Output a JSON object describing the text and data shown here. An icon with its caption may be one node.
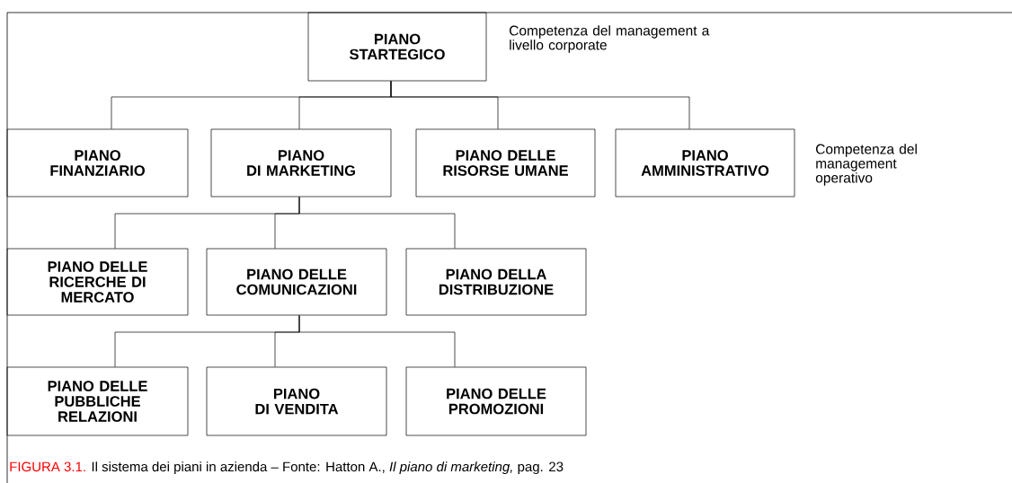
{
  "diagram": {
    "caption": "Il sistema dei piani in azienda – Fonte: Hatton A., *Il piano di marketing,* pag. 23",
    "nodes": [
      {
        "text": [
          "PIANO STARTEGICO"
        ],
        "beside": [
          "Competenza del management a livello corporate"
        ]
      },
      {
        "text": [
          "PIANO FINANZIARIO"
        ]
      },
      {
        "text": [
          "PIANO DI MARKETING"
        ]
      },
      {
        "text": [
          "PIANO DELLE RISORSE UMANE"
        ]
      },
      {
        "text": [
          "PIANO AMMINISTRATIVO"
        ],
        "beside": [
          "Competenza del management operativo"
        ]
      },
      {
        "text": [
          "PIANO DELLE RICERCHE DI MERCATO"
        ]
      },
      {
        "text": [
          "PIANO DELLE COMUNICAZIONI"
        ]
      },
      {
        "text": [
          "PIANO DELLA DISTRIBUZIONE"
        ]
      },
      {
        "text": [
          "PIANO DELLE PUBBLICHE RELAZIONI"
        ]
      },
      {
        "text": [
          "PIANO DI VENDITA"
        ]
      },
      {
        "text": [
          "PIANO DELLE PROMOZIONI"
        ]
      }
    ],
    "edges": [
      {
        "from": 0,
        "to": 1,
        "arrow": "none"
      },
      {
        "from": 0,
        "to": 2,
        "arrow": "none"
      },
      {
        "from": 0,
        "to": 3,
        "arrow": "none"
      },
      {
        "from": 0,
        "to": 4,
        "arrow": "none"
      },
      {
        "from": 2,
        "to": 5,
        "arrow": "none"
      },
      {
        "from": 2,
        "to": 6,
        "arrow": "none"
      },
      {
        "from": 2,
        "to": 7,
        "arrow": "none"
      },
      {
        "from": 6,
        "to": 8,
        "arrow": "none"
      },
      {
        "from": 6,
        "to": 9,
        "arrow": "none"
      },
      {
        "from": 6,
        "to": 10,
        "arrow": "none"
      }
    ],
    "labels": [
      "FIGURA 3.1."
    ]
  }
}
